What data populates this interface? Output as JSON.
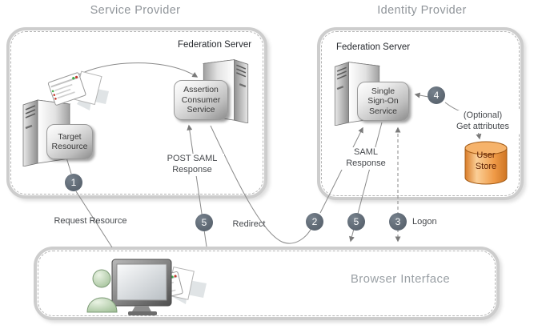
{
  "colors": {
    "box_border": "#cdcdcd",
    "box_dash": "#b3b3b3",
    "step_badge": "#5b6570",
    "title_gray": "#90959a",
    "line_gray": "#8a8a8a",
    "user_store_orange": "#ef9a47",
    "user_store_text": "#5a1d02"
  },
  "service_provider": {
    "title": "Service Provider",
    "federation_server": "Federation Server",
    "assertion_consumer_service": "Assertion\nConsumer\nService",
    "target_resource": "Target\nResource"
  },
  "identity_provider": {
    "title": "Identity Provider",
    "federation_server": "Federation Server",
    "single_sign_on_service": "Single\nSign-On\nService",
    "optional_get_attributes": "(Optional)\nGet attributes",
    "user_store": "User\nStore"
  },
  "browser": {
    "label": "Browser Interface"
  },
  "flow": {
    "request_resource": "Request Resource",
    "post_saml_response": "POST SAML\nResponse",
    "redirect": "Redirect",
    "saml_response": "SAML\nResponse",
    "logon": "Logon"
  },
  "steps": {
    "request": "1",
    "redirect_to_idp": "2",
    "logon": "3",
    "get_attributes": "4",
    "saml_response": "5",
    "post_response": "5"
  }
}
